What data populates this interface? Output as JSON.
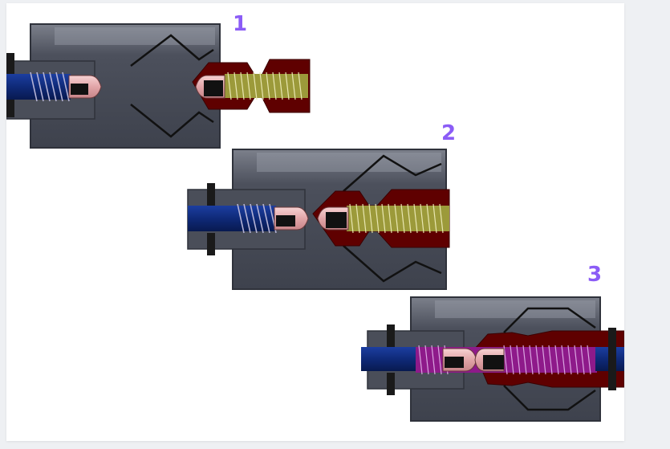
{
  "steps": [
    {
      "number": "1"
    },
    {
      "number": "2"
    },
    {
      "number": "3"
    }
  ],
  "colors": {
    "step_label": "#8b5cf6",
    "housing_dark": "#3f4350",
    "housing_mid": "#5c6170",
    "housing_light": "#8a8f99",
    "rod_blue": "#0f2a78",
    "plug_red": "#5f0000",
    "spring_olive": "#9c9a3a",
    "spring_magenta": "#8e1a8a",
    "pin_pink": "#e9b4b6",
    "wire": "#111111"
  }
}
